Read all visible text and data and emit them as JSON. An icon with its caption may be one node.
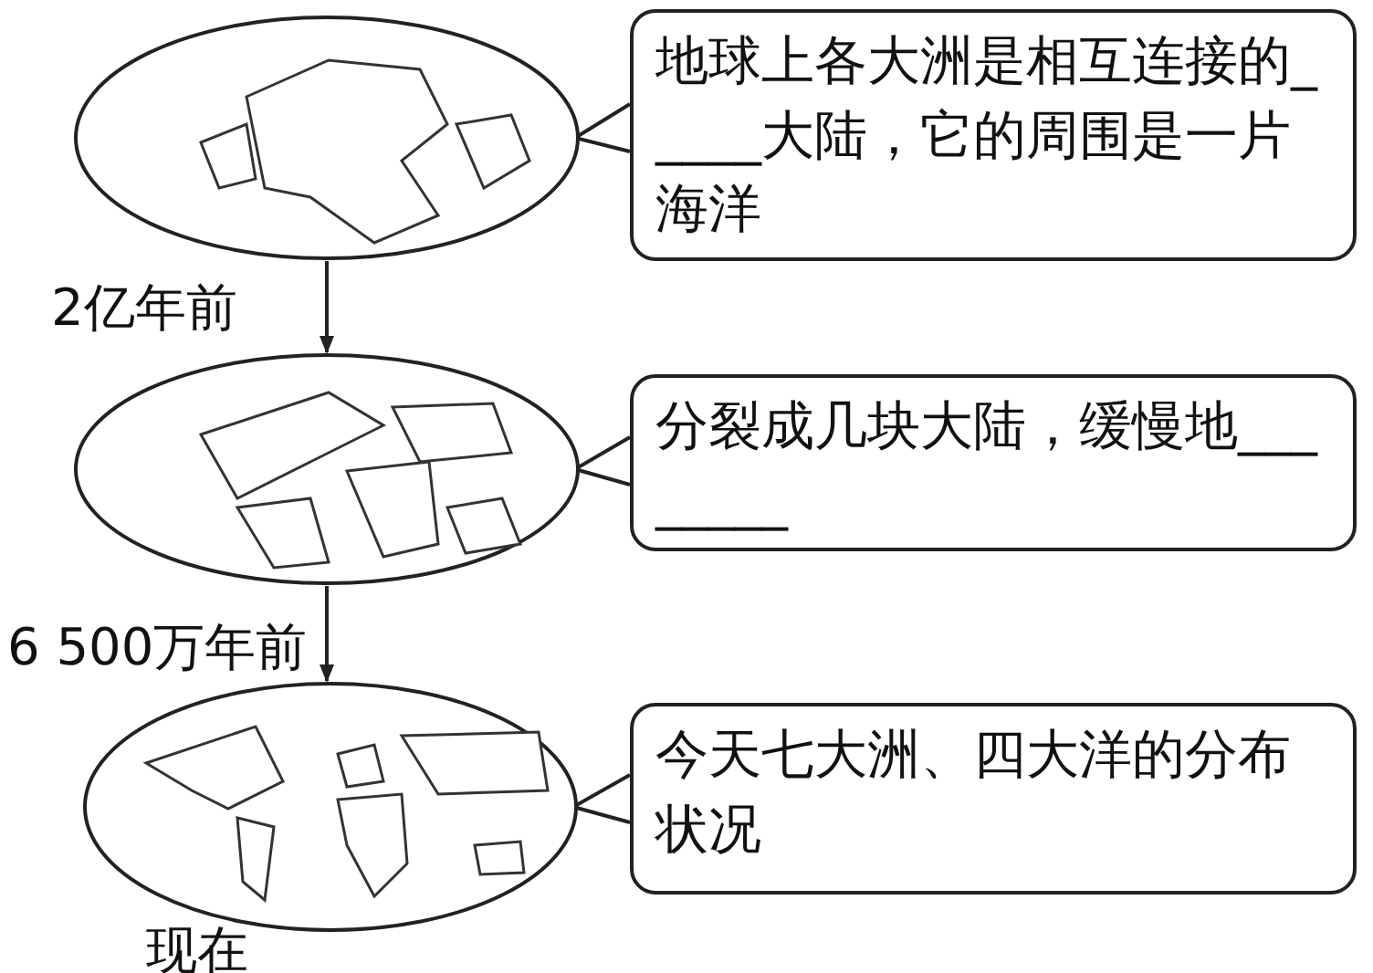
{
  "diagram": {
    "nodes": [
      {
        "text": [],
        "shape": "picture"
      },
      {
        "text": [
          "地球上各大洲是相互连接的_____大陆，它的周围是一片海洋"
        ]
      },
      {
        "text": [],
        "shape": "picture"
      },
      {
        "text": [
          "分裂成几块大陆，缓慢地________"
        ]
      },
      {
        "text": [],
        "shape": "picture",
        "beside": [
          "现在"
        ]
      },
      {
        "text": [
          "今天七大洲、四大洋的分布状况"
        ]
      }
    ],
    "edges": [
      {
        "from": 0,
        "to": 2,
        "arrow": "to",
        "label": "2亿年前"
      },
      {
        "from": 2,
        "to": 4,
        "arrow": "to",
        "label": "6 500万年前"
      },
      {
        "from": 1,
        "to": 0,
        "arrow": "none"
      },
      {
        "from": 3,
        "to": 2,
        "arrow": "none"
      },
      {
        "from": 5,
        "to": 4,
        "arrow": "none"
      }
    ]
  }
}
